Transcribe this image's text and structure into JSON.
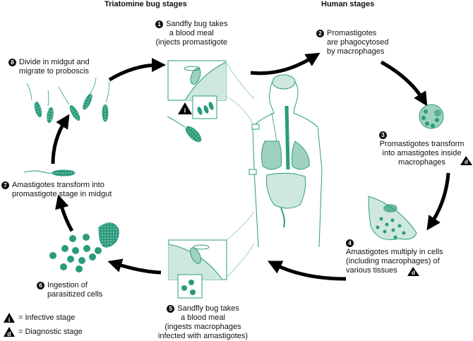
{
  "headers": {
    "left": "Triatomine bug stages",
    "right": "Human stages"
  },
  "colors": {
    "accent": "#2a9b7c",
    "accent_light": "#cfe8df",
    "accent_mid": "#9fd1bf",
    "arrow": "#000000",
    "text": "#111111"
  },
  "steps": [
    {
      "num": "1",
      "lines": [
        "Sandfly bug takes",
        "a blood meal",
        "(injects promastigote"
      ]
    },
    {
      "num": "2",
      "lines": [
        "Promastigotes",
        "are phagocytosed",
        "by macrophages"
      ]
    },
    {
      "num": "3",
      "lines": [
        "Promastigotes transform",
        "into amastigotes inside",
        "macrophages"
      ]
    },
    {
      "num": "4",
      "lines": [
        "Amastigotes multiply in cells",
        "(including macrophages) of",
        "various tissues"
      ]
    },
    {
      "num": "5",
      "lines": [
        "Sandfly bug takes",
        "a blood meal",
        "(ingests macrophages",
        "infected with amastigotes)"
      ]
    },
    {
      "num": "6",
      "lines": [
        "Ingestion of",
        "parasitized cells"
      ]
    },
    {
      "num": "7",
      "lines": [
        "Amastigotes transform into",
        "promastigote stage in midgut"
      ]
    },
    {
      "num": "8",
      "lines": [
        "Divide in midgut and",
        "migrate to proboscis"
      ]
    }
  ],
  "markers": {
    "infective": "i",
    "diagnostic": "d"
  },
  "legend": [
    {
      "marker": "i",
      "text": "= Infective stage"
    },
    {
      "marker": "d",
      "text": "= Diagnostic stage"
    }
  ]
}
